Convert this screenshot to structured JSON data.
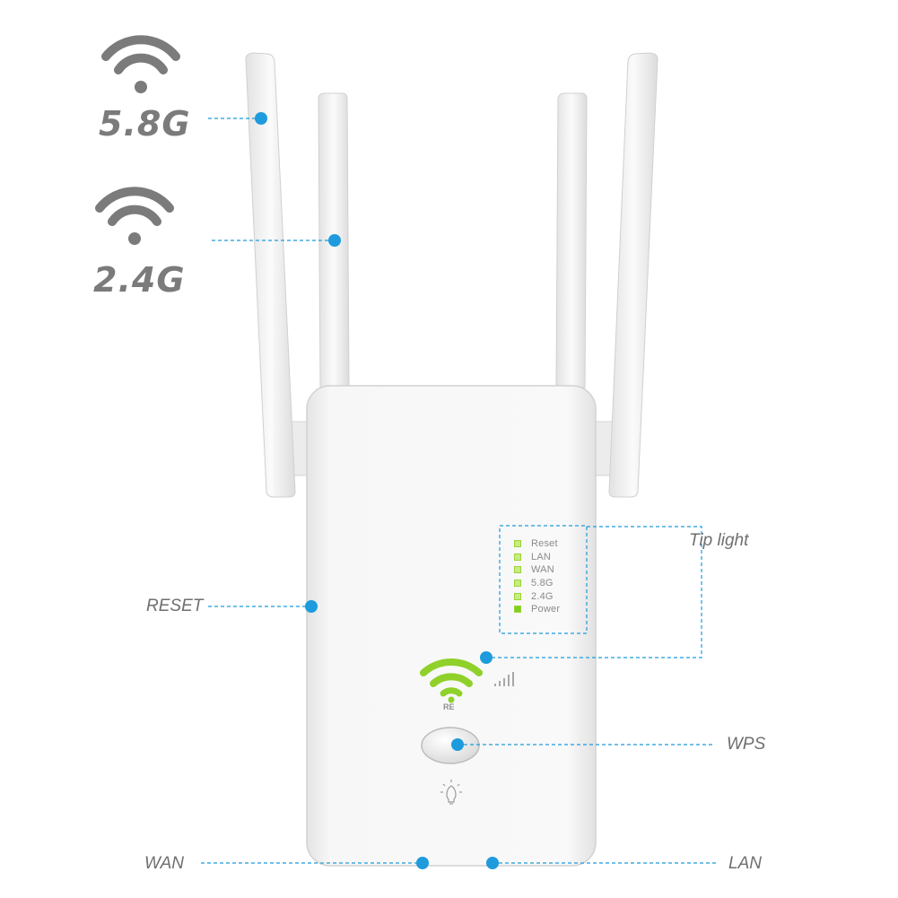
{
  "bands": [
    {
      "label": "5.8G",
      "icon": "wifi-icon"
    },
    {
      "label": "2.4G",
      "icon": "wifi-icon"
    }
  ],
  "callouts": {
    "tip_light": "Tip light",
    "reset": "RESET",
    "wps": "WPS",
    "wan": "WAN",
    "lan": "LAN"
  },
  "leds": [
    {
      "label": "Reset"
    },
    {
      "label": "LAN"
    },
    {
      "label": "WAN"
    },
    {
      "label": "5.8G"
    },
    {
      "label": "2.4G"
    },
    {
      "label": "Power"
    }
  ],
  "device": {
    "mode_label": "RE",
    "icons": [
      "wifi-icon",
      "signal-bars-icon",
      "light-bulb-icon"
    ]
  },
  "colors": {
    "accent_blue": "#1e9bdc",
    "led_green": "#8fd12a",
    "text_gray": "#7b7b7b"
  }
}
